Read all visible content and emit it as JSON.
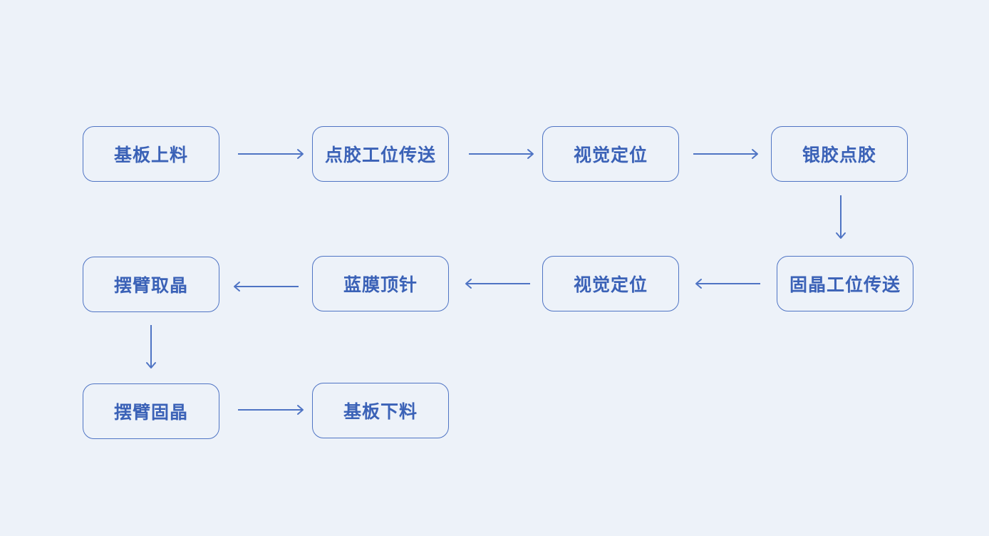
{
  "nodes": {
    "substrate_loading": "基板上料",
    "dispensing_station_transfer": "点胶工位传送",
    "vision_positioning_1": "视觉定位",
    "silver_glue_dispensing": "银胶点胶",
    "die_bonding_station_transfer": "固晶工位传送",
    "vision_positioning_2": "视觉定位",
    "blue_film_ejector_pin": "蓝膜顶针",
    "swing_arm_pick_die": "摆臂取晶",
    "swing_arm_die_bond": "摆臂固晶",
    "substrate_unloading": "基板下料"
  },
  "colors": {
    "background": "#edf2f9",
    "accent": "#4f74c4",
    "text": "#3b62b7"
  }
}
